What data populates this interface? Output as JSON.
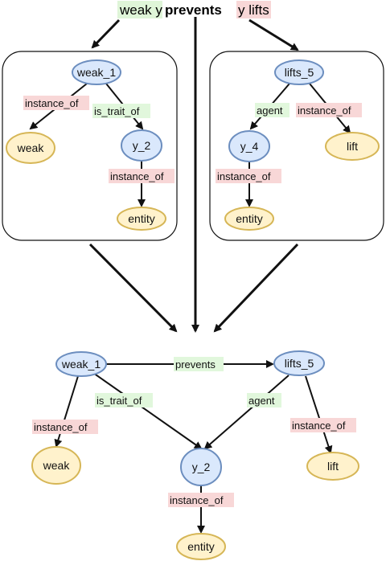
{
  "title": {
    "part1": "weak y",
    "part2": "prevents",
    "part3": "y lifts",
    "colors": {
      "green": "#d5f5d5",
      "red": "#f8d5d5"
    }
  },
  "left_graph": {
    "node_weak1": "weak_1",
    "node_weak": "weak",
    "node_y2": "y_2",
    "node_entity": "entity",
    "edge_instance_of_a": "instance_of",
    "edge_is_trait_of": "is_trait_of",
    "edge_instance_of_b": "instance_of"
  },
  "right_graph": {
    "node_lifts5": "lifts_5",
    "node_y4": "y_4",
    "node_lift": "lift",
    "node_entity": "entity",
    "edge_agent": "agent",
    "edge_instance_of_a": "instance_of",
    "edge_instance_of_b": "instance_of"
  },
  "merged_graph": {
    "node_weak1": "weak_1",
    "node_lifts5": "lifts_5",
    "node_weak": "weak",
    "node_y2": "y_2",
    "node_lift": "lift",
    "node_entity": "entity",
    "edge_prevents": "prevents",
    "edge_is_trait_of": "is_trait_of",
    "edge_agent": "agent",
    "edge_instance_of_weak": "instance_of",
    "edge_instance_of_lift": "instance_of",
    "edge_instance_of_y2": "instance_of"
  },
  "label_colors": {
    "relation_red": "#f8d7d7",
    "relation_green": "#e1f7dc"
  }
}
